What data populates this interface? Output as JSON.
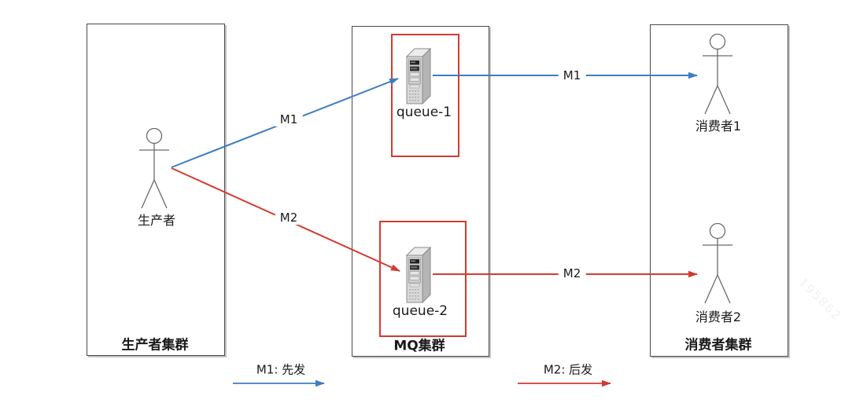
{
  "diagram": {
    "clusters": [
      {
        "id": "producer-cluster",
        "title": "生产者集群"
      },
      {
        "id": "mq-cluster",
        "title": "MQ集群"
      },
      {
        "id": "consumer-cluster",
        "title": "消费者集群"
      }
    ],
    "actors": {
      "producer_label": "生产者",
      "consumer1_label": "消费者1",
      "consumer2_label": "消费者2"
    },
    "queues": {
      "queue1_label": "queue-1",
      "queue2_label": "queue-2"
    },
    "messages": {
      "m1_producer_to_queue1": "M1",
      "m1_queue1_to_consumer1": "M1",
      "m2_producer_to_queue2": "M2",
      "m2_queue2_to_consumer2": "M2"
    },
    "legend": {
      "m1": "M1: 先发",
      "m2": "M2: 后发"
    },
    "colors": {
      "m1_blue": "#3e7cc1",
      "m2_red": "#d23b30",
      "box_border": "#4a4a4a",
      "figure_gray": "#6a6a6a",
      "queue_highlight": "#d23b30"
    },
    "watermark": "195862"
  }
}
